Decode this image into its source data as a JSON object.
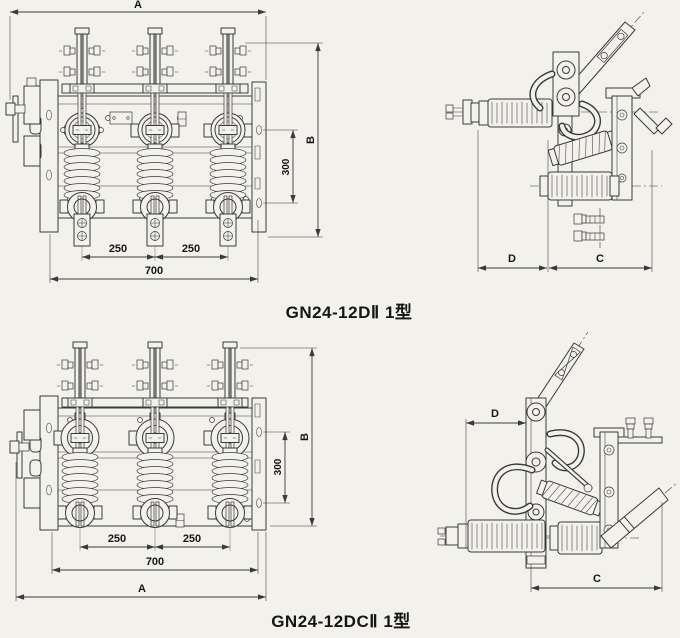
{
  "colors": {
    "background": "#f3f1ec",
    "line": "#3a3a3a",
    "dim": "#3a3a3a",
    "text": "#151515"
  },
  "figures": [
    {
      "title": "GN24-12DⅡ 1型",
      "front_view": {
        "description": "three-pole switch front elevation",
        "dims": {
          "overall_width": "A",
          "overall_height": "B",
          "terminal_spacing": "300",
          "pole_pitch_left": "250",
          "pole_pitch_right": "250",
          "mounting_width": "700"
        }
      },
      "side_view": {
        "description": "pole side elevation with operating lever",
        "dims": {
          "front_depth": "D",
          "rear_depth": "C"
        }
      }
    },
    {
      "title": "GN24-12DCⅡ 1型",
      "front_view": {
        "description": "three-pole switch front elevation",
        "dims": {
          "overall_width": "A",
          "overall_height": "B",
          "terminal_spacing": "300",
          "pole_pitch_left": "250",
          "pole_pitch_right": "250",
          "mounting_width": "700"
        }
      },
      "side_view": {
        "description": "pole side elevation with operating lever",
        "dims": {
          "front_depth": "D",
          "rear_depth": "C"
        }
      }
    }
  ]
}
